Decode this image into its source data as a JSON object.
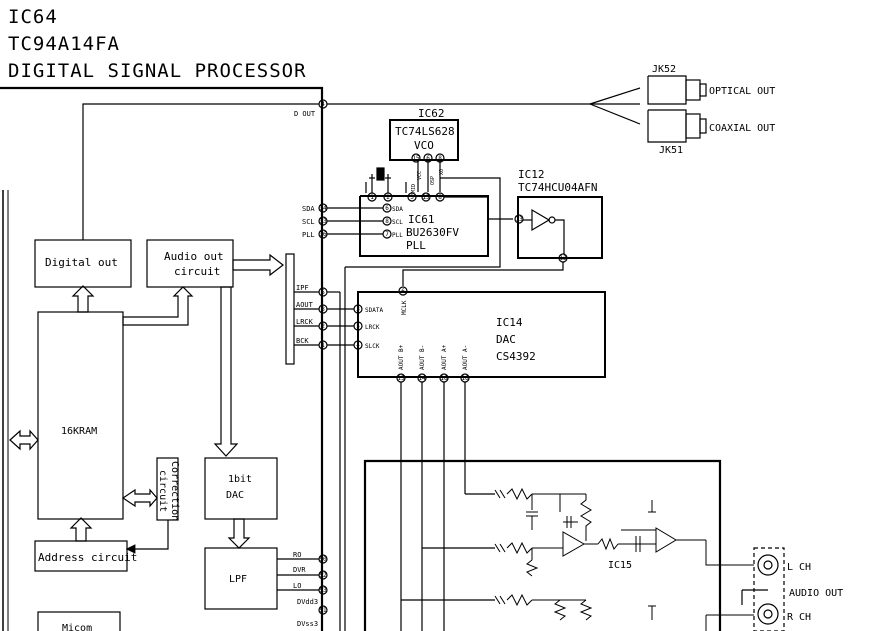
{
  "header": {
    "ic_ref": "IC64",
    "part_number": "TC94A14FA",
    "function": "DIGITAL SIGNAL PROCESSOR"
  },
  "dsp_blocks": {
    "digital_out": "Digital out",
    "audio_out_1": "Audio out",
    "audio_out_2": "circuit",
    "ram": "16KRAM",
    "correction_1": "Correction",
    "correction_2": "circuit",
    "address": "Address circuit",
    "dac_1": "1bit",
    "dac_2": "DAC",
    "lpf": "LPF",
    "micom": "Micom"
  },
  "dsp_pins": [
    {
      "num": "4",
      "label": "D OUT"
    },
    {
      "num": "34",
      "label": "SDA"
    },
    {
      "num": "33",
      "label": "SCL"
    },
    {
      "num": "36",
      "label": "PLL"
    },
    {
      "num": "5",
      "label": "IPF"
    },
    {
      "num": "3",
      "label": "AOUT"
    },
    {
      "num": "2",
      "label": "LRCK"
    },
    {
      "num": "1",
      "label": "BCK"
    },
    {
      "num": "50",
      "label": "RO"
    },
    {
      "num": "52",
      "label": "DVR"
    },
    {
      "num": "53",
      "label": "LO"
    },
    {
      "num": "51",
      "label": "DVdd3"
    },
    {
      "num": "",
      "label": "DVss3"
    }
  ],
  "ic62": {
    "ref": "IC62",
    "part": "TC74LS628",
    "func": "VCO",
    "pins": [
      "15",
      "6",
      "8",
      "2",
      "3",
      "15",
      "8"
    ],
    "pin_labels": [
      "VCC",
      "XO",
      "OSP",
      "MID"
    ]
  },
  "ic61": {
    "ref": "IC61",
    "part": "BU2630FV",
    "func": "PLL",
    "pins": [
      {
        "num": "6",
        "label": "SDA"
      },
      {
        "num": "8",
        "label": "SCL"
      },
      {
        "num": "7",
        "label": "PLL"
      },
      {
        "num": "1",
        "label": ""
      }
    ]
  },
  "ic12": {
    "ref": "IC12",
    "part": "TC74HCU04AFN",
    "pins": [
      "13",
      "12"
    ]
  },
  "ic14": {
    "ref": "IC14",
    "func": "DAC",
    "part": "CS4392",
    "pins": [
      {
        "num": "6",
        "label": "MCLK"
      },
      {
        "num": "3",
        "label": "SDATA"
      },
      {
        "num": "5",
        "label": "LRCK"
      },
      {
        "num": "4",
        "label": "SLCK"
      }
    ],
    "out_pins": [
      {
        "num": "15",
        "label": "AOUT B+"
      },
      {
        "num": "14",
        "label": "AOUT B-"
      },
      {
        "num": "16",
        "label": "AOUT A+"
      },
      {
        "num": "16",
        "label": "AOUT A-"
      }
    ]
  },
  "ic15": {
    "ref": "IC15"
  },
  "jacks": {
    "jk52": "JK52",
    "jk51": "JK51",
    "optical": "OPTICAL OUT",
    "coaxial": "COAXIAL OUT",
    "l_ch": "L CH",
    "r_ch": "R CH",
    "audio_out": "AUDIO OUT"
  }
}
